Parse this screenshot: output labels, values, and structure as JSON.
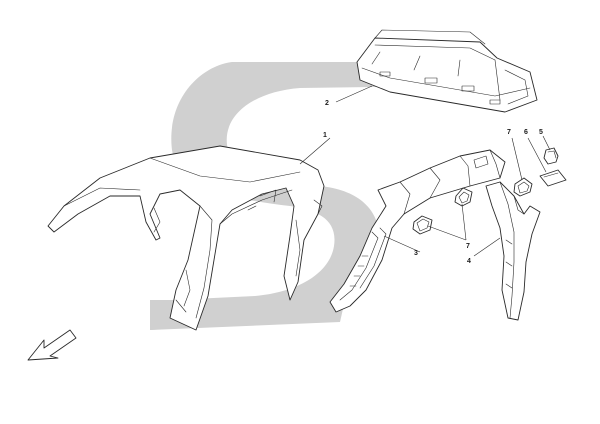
{
  "callouts": {
    "c1": "1",
    "c2": "2",
    "c3": "3",
    "c4": "4",
    "c5": "5",
    "c6": "6",
    "c7a": "7",
    "c7b": "7"
  },
  "colors": {
    "watermark": "#d0d0d0",
    "line": "#2a2a2a",
    "background": "#ffffff"
  },
  "icons": {
    "direction": "front-direction-arrow-icon",
    "watermark": "brand-watermark-s-shape"
  }
}
